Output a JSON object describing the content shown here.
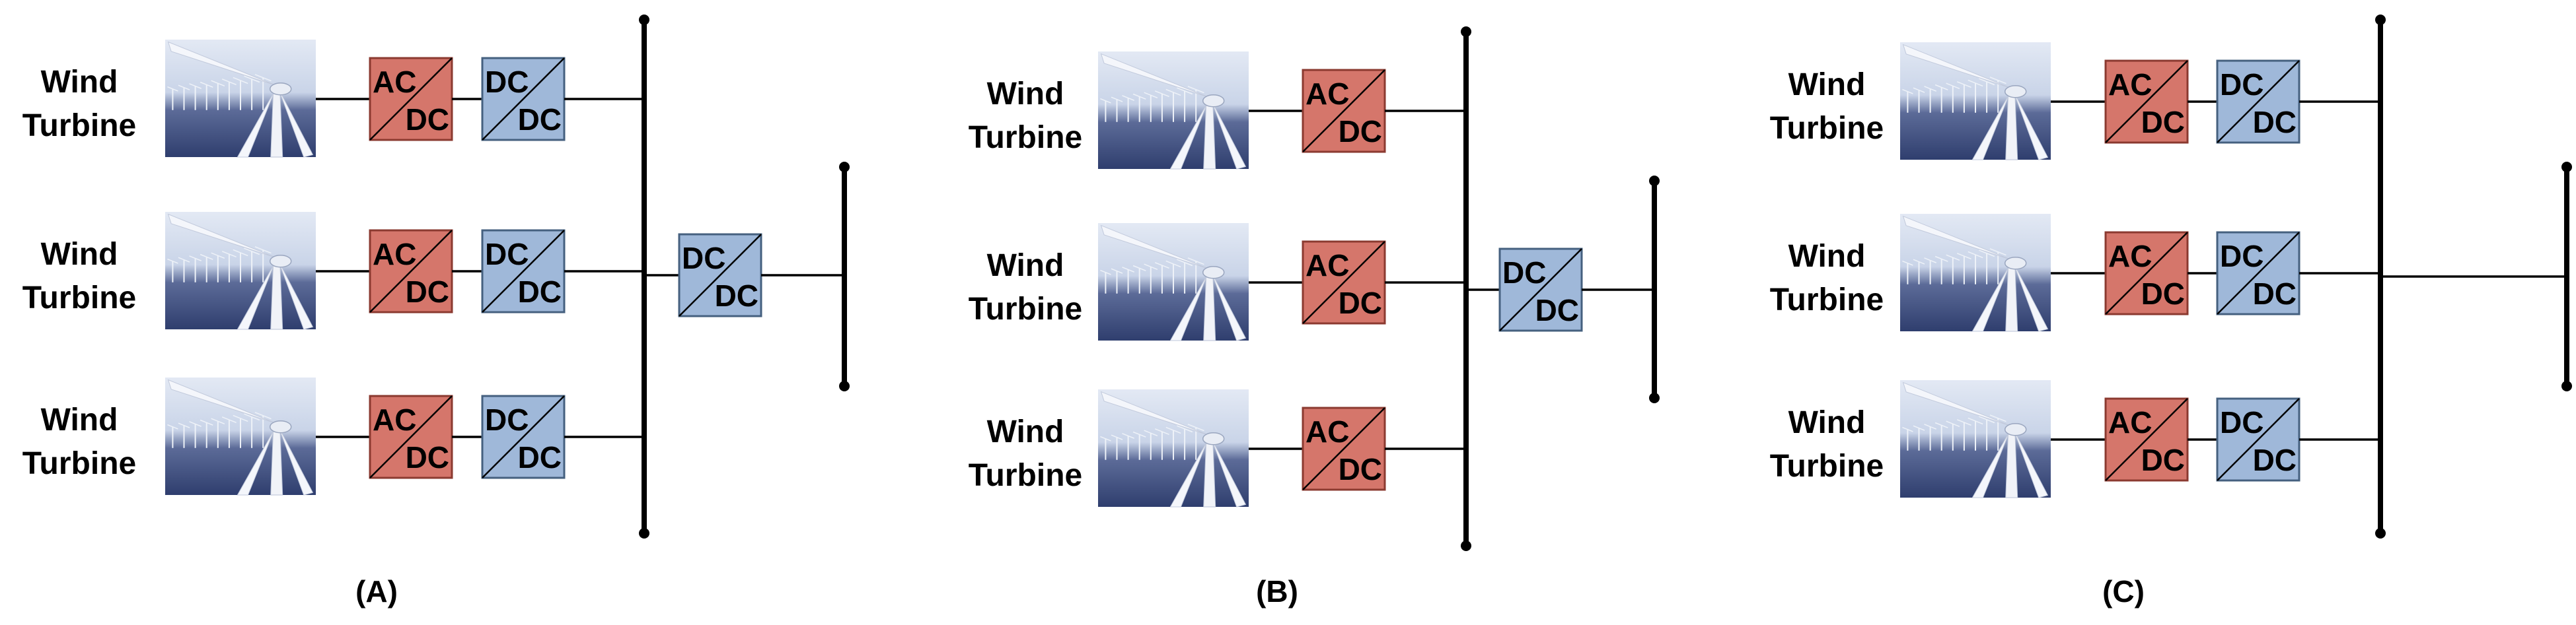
{
  "turbine_label": {
    "line1": "Wind",
    "line2": "Turbine"
  },
  "converters": {
    "ac_dc": {
      "top": "AC",
      "bottom": "DC",
      "fill": "#d5766b",
      "stroke": "#8b3a30"
    },
    "dc_dc": {
      "top": "DC",
      "bottom": "DC",
      "fill": "#9fb8d9",
      "stroke": "#45607f"
    }
  },
  "panels": [
    {
      "caption": "(A)",
      "turbines": 3,
      "stages": [
        "ac_dc",
        "dc_dc"
      ],
      "output_converter": "dc_dc"
    },
    {
      "caption": "(B)",
      "turbines": 3,
      "stages": [
        "ac_dc"
      ],
      "output_converter": "dc_dc"
    },
    {
      "caption": "(C)",
      "turbines": 3,
      "stages": [
        "ac_dc",
        "dc_dc"
      ],
      "output_converter": null
    }
  ],
  "colors": {
    "bus": "#000000",
    "sky_top": "#d9e2f0",
    "sea": "#3b4c7e",
    "blade": "#f4f6fb"
  }
}
